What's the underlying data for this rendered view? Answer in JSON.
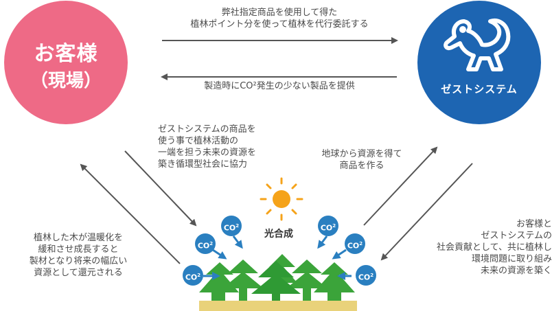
{
  "colors": {
    "customer": "#ee6a86",
    "company": "#1d65b2",
    "arrow": "#555555",
    "tree": "#3ba43a",
    "sun": "#f5a31a",
    "co2": "#2a7fc0",
    "ground": "#e9d27a"
  },
  "top_flow": {
    "line1": "弊社指定商品を使用して得た",
    "line2": "植林ポイント分を使って植林を代行委託する"
  },
  "bottom_flow": {
    "line1": "製造時にCO²発生の少ない製品を提供"
  },
  "customer": {
    "title": "お客様",
    "subtitle": "（現場）"
  },
  "company": {
    "name": "ゼストシステム",
    "logo_icon": "squirrel-logo-icon"
  },
  "customer_activity": {
    "lines": [
      "ゼストシステムの商品を",
      "使う事で植林活動の",
      "一端を担う未来の資源を",
      "築き循環型社会に協力"
    ]
  },
  "company_activity": {
    "lines": [
      "地球から資源を得て",
      "商品を作る"
    ]
  },
  "tree_return": {
    "lines": [
      "植林した木が温暖化を",
      "緩和させ成長すると",
      "製材となり将来の幅広い",
      "資源として還元される"
    ]
  },
  "partnership": {
    "lines": [
      "お客様と",
      "ゼストシステムの",
      "社会貢献として、共に植林し",
      "環境問題に取り組み",
      "未来の資源を築く"
    ]
  },
  "photosynthesis": {
    "label": "光合成",
    "co2_label": "CO",
    "co2_sup": "2"
  }
}
